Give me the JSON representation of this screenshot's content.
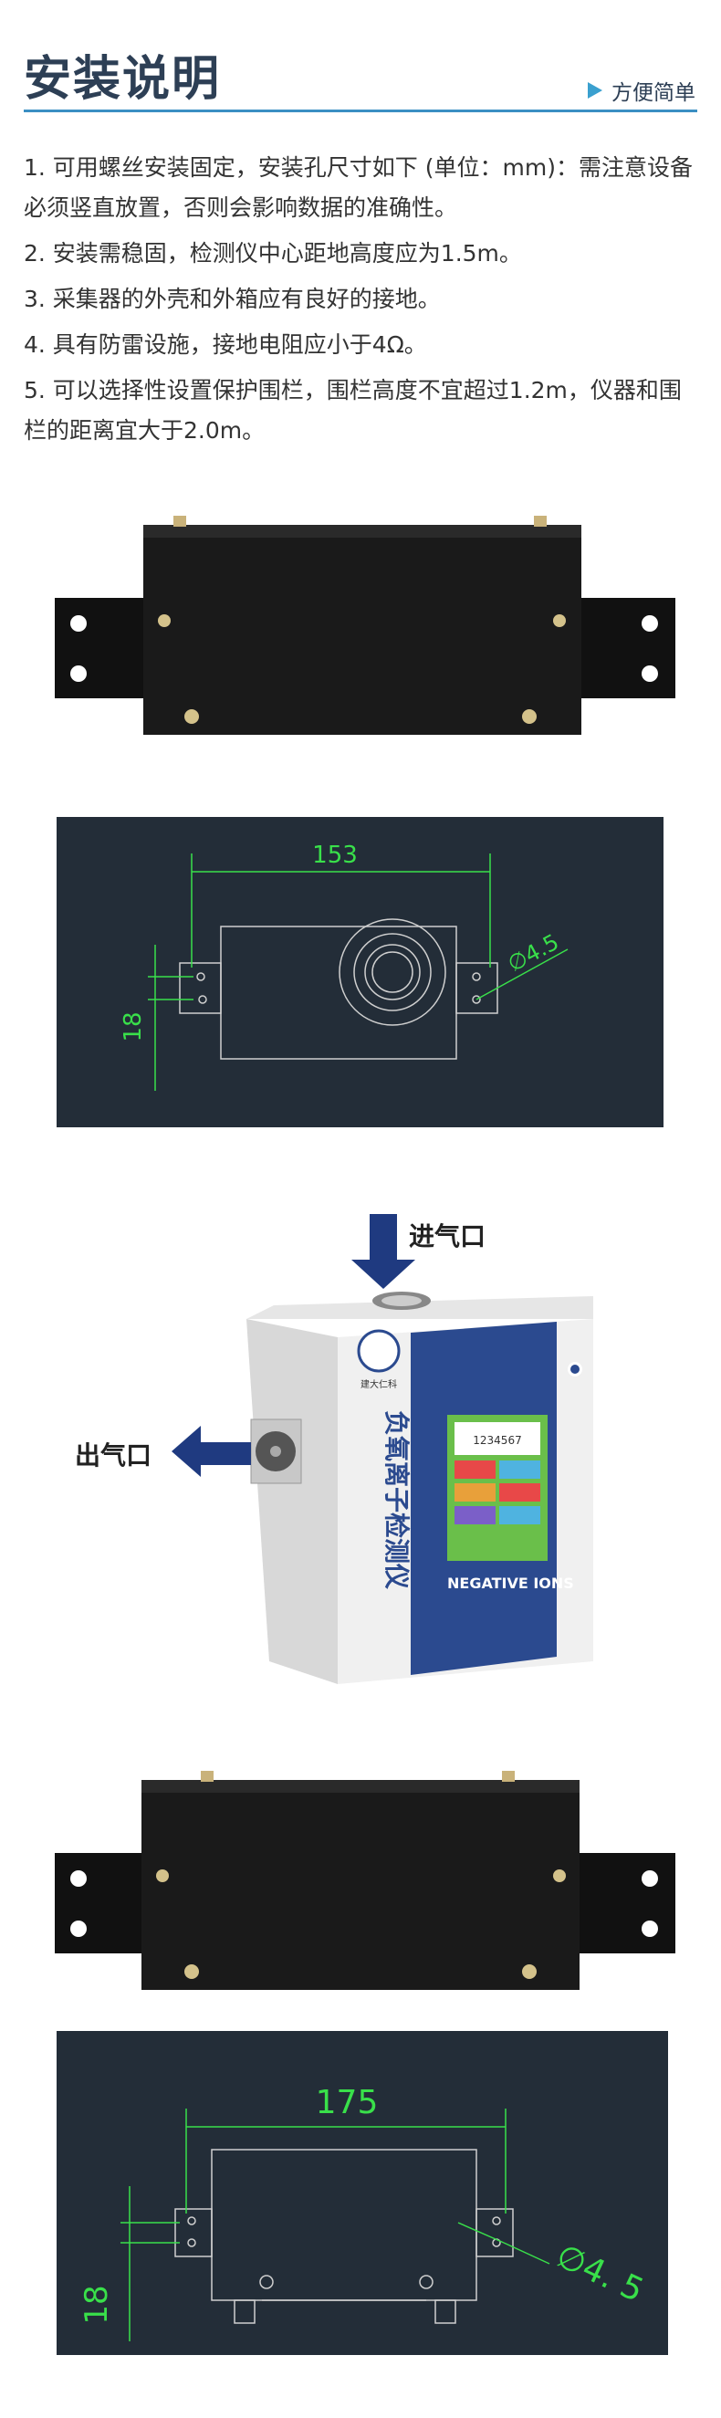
{
  "header": {
    "title": "安装说明",
    "subtitle": "方便简单"
  },
  "instructions": [
    "1. 可用螺丝安装固定，安装孔尺寸如下 (单位：mm)：需注意设备必须竖直放置，否则会影响数据的准确性。",
    "2. 安装需稳固，检测仪中心距地高度应为1.5m。",
    "3. 采集器的外壳和外箱应有良好的接地。",
    "4. 具有防雷设施，接地电阻应小于4Ω。",
    "5. 可以选择性设置保护围栏，围栏高度不宜超过1.2m，仪器和围栏的距离宜大于2.0m。"
  ],
  "drawing1": {
    "width_label": "153",
    "height_label": "18",
    "hole_label": "∅4.5"
  },
  "device": {
    "inlet_label": "进气口",
    "outlet_label": "出气口",
    "brand": "建大仁科",
    "front_text": "负氧离子检测仪",
    "brand_en": "NEGATIVE IONS",
    "screen_value": "1234567"
  },
  "drawing2": {
    "width_label": "175",
    "height_label": "18",
    "hole_label": "∅4. 5"
  },
  "colors": {
    "title": "#2d3f55",
    "accent": "#3b8fc3",
    "dimension": "#39e04a",
    "panel": "#232d38"
  }
}
